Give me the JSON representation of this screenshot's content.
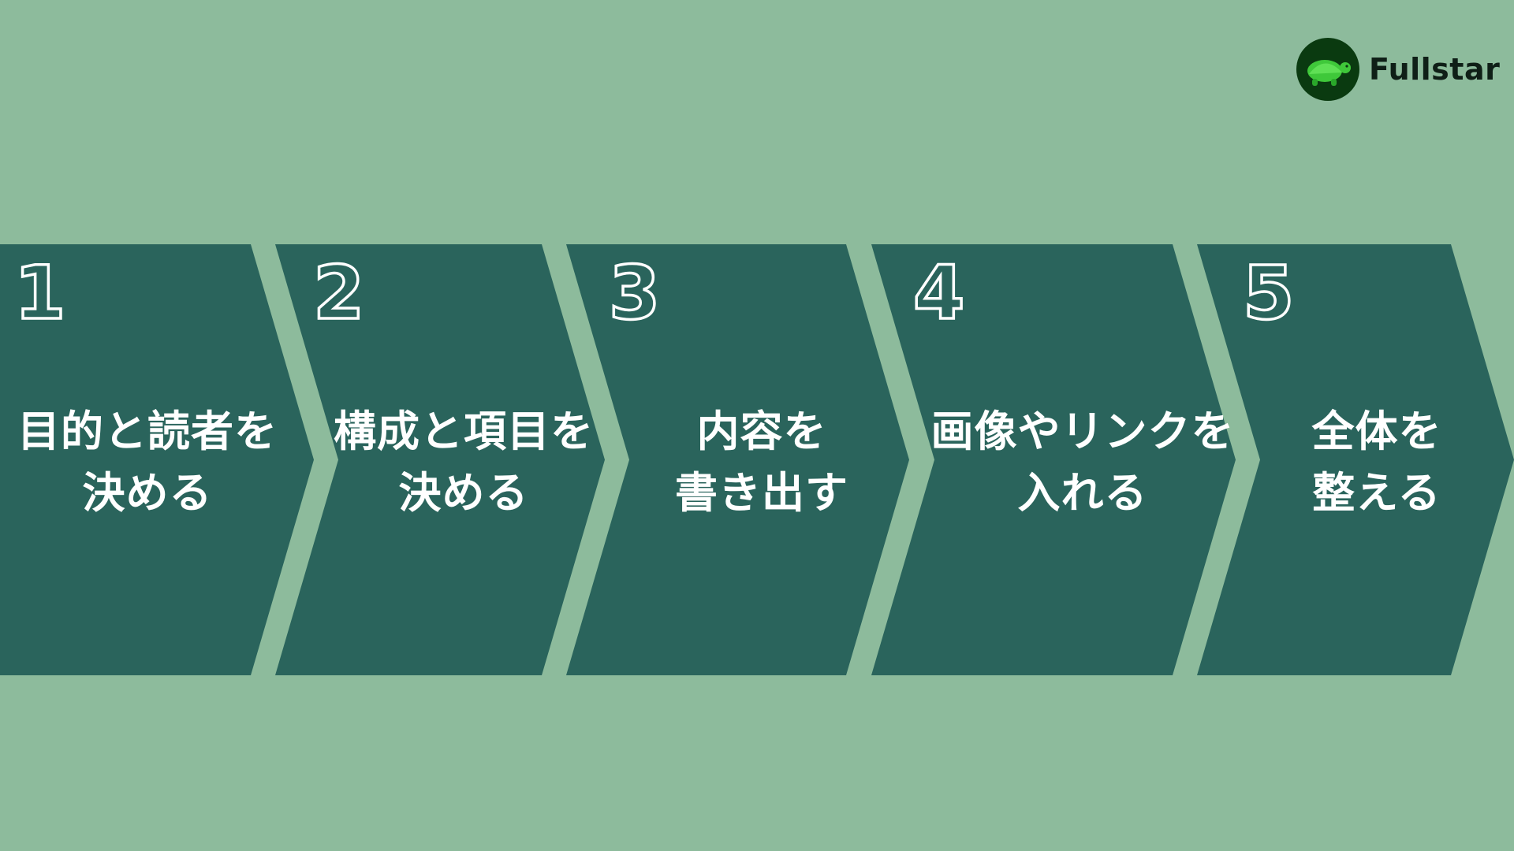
{
  "brand": {
    "name": "Fullstar",
    "logo_icon": "turtle-icon",
    "logo_bg_color": "#0a3a10",
    "logo_fg_color": "#3fc83a"
  },
  "colors": {
    "background": "#8dbb9c",
    "step_fill": "#2a645c",
    "text": "#ffffff"
  },
  "steps": [
    {
      "number": "1",
      "label_lines": [
        "目的と読者を",
        "決める"
      ]
    },
    {
      "number": "2",
      "label_lines": [
        "構成と項目を",
        "決める"
      ]
    },
    {
      "number": "3",
      "label_lines": [
        "内容を",
        "書き出す"
      ]
    },
    {
      "number": "4",
      "label_lines": [
        "画像やリンクを",
        "入れる"
      ]
    },
    {
      "number": "5",
      "label_lines": [
        "全体を",
        "整える"
      ]
    }
  ]
}
